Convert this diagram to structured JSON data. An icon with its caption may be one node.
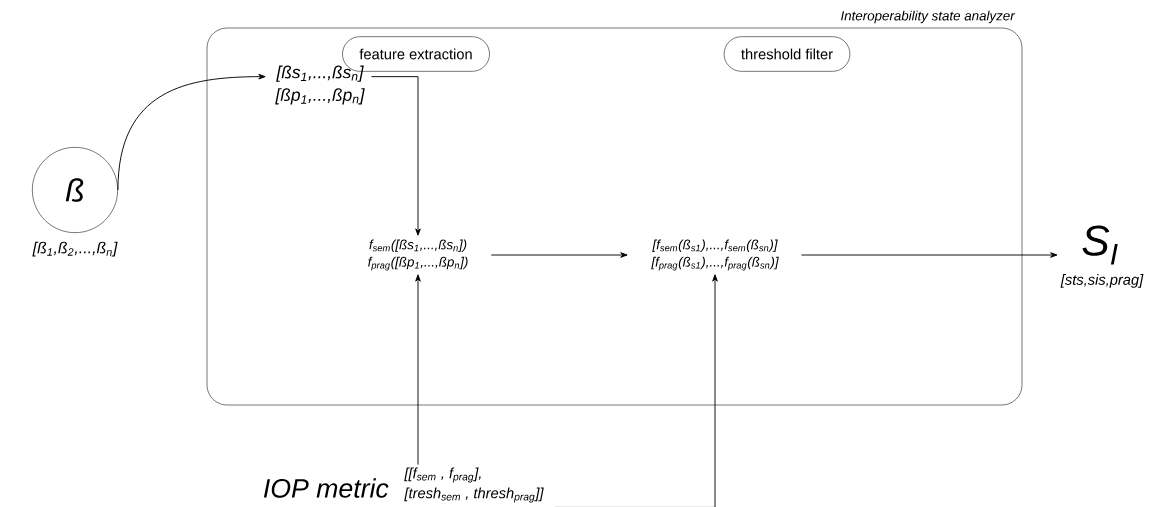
{
  "diagram": {
    "nodes": [
      {
        "text": [
          "Interoperability state analyzer"
        ]
      },
      {
        "text": [
          "feature extraction"
        ],
        "in": 0
      },
      {
        "text": [
          "threshold filter"
        ],
        "in": 0
      },
      {
        "text": [
          "ß"
        ],
        "beside": [
          "[ß$_{1}$,ß$_{2}$,...,ß$_{n}$]"
        ]
      },
      {
        "text": [
          "[ßs$_{1}$,...,ßs$_{n}$]",
          "[ßp$_{1}$,...,ßp$_{n}$]"
        ],
        "in": 0
      },
      {
        "text": [
          "f$_{sem}$([ßs$_{1}$,...,ßs$_{n}$])",
          "f$_{prag}$([ßp$_{1}$,...,ßp$_{n}$])"
        ],
        "in": 0
      },
      {
        "text": [
          "[f$_{sem}$(ß$_{s1}$),...,f$_{sem}$(ß$_{sn}$)]",
          "[f$_{prag}$(ß$_{s1}$),...,f$_{prag}$(ß$_{sn}$)]"
        ],
        "in": 0
      },
      {
        "text": [
          "S$_{I}$"
        ],
        "beside": [
          "[sts,sis,prag]"
        ]
      },
      {
        "text": [
          "IOP metric",
          "[[f$_{sem}$ , f$_{prag}$],",
          "[tresh$_{sem}$ , thresh$_{prag}$]]"
        ]
      }
    ],
    "edges": [
      {
        "from": 3,
        "to": 4,
        "arrow": "to"
      },
      {
        "from": 4,
        "to": 5,
        "arrow": "to"
      },
      {
        "from": 5,
        "to": 6,
        "arrow": "to"
      },
      {
        "from": 6,
        "to": 7,
        "arrow": "to"
      },
      {
        "from": 8,
        "to": 5,
        "arrow": "to"
      },
      {
        "from": 8,
        "to": 6,
        "arrow": "to"
      }
    ]
  }
}
